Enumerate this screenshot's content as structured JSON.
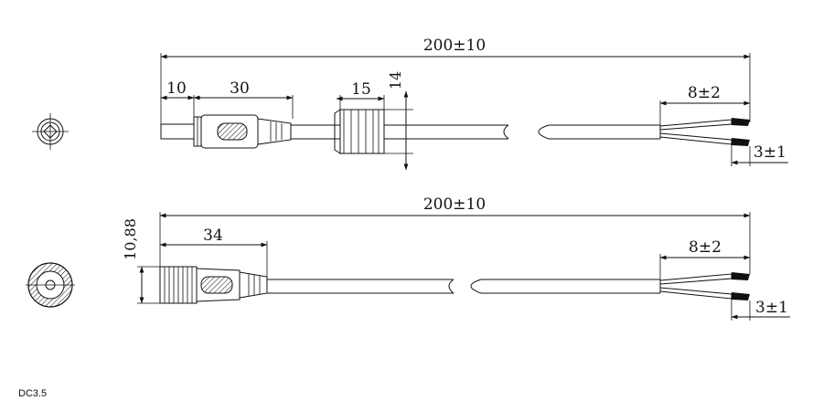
{
  "top_view": {
    "overall_length": "200±10",
    "plug_tip_length": "10",
    "plug_body_length": "30",
    "nut_width": "15",
    "nut_height": "14",
    "strip_length": "8±2",
    "tin_length": "3±1"
  },
  "bottom_view": {
    "overall_length": "200±10",
    "socket_diameter": "10,88",
    "socket_length": "34",
    "strip_length": "8±2",
    "tin_length": "3±1"
  },
  "caption": "DC3.5"
}
